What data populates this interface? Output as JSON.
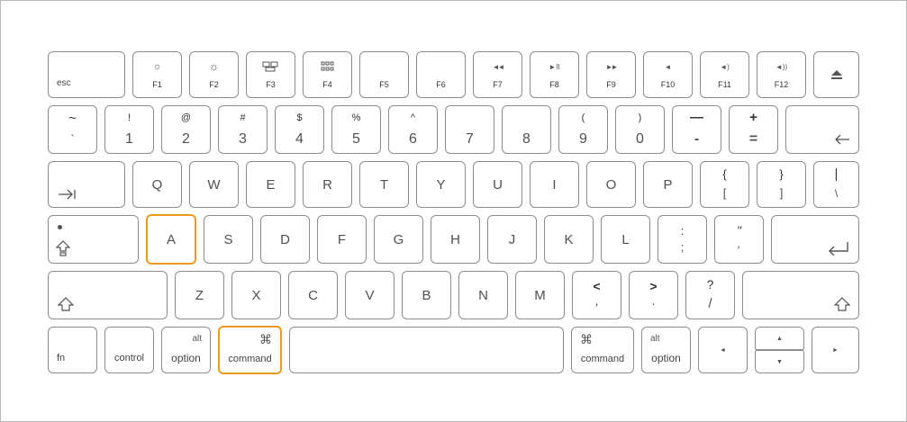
{
  "keyboard": {
    "highlight_color": "#ee9a1c",
    "frow": {
      "esc": "esc",
      "f1": {
        "label": "F1",
        "icon": "brightness-down-icon"
      },
      "f2": {
        "label": "F2",
        "icon": "brightness-up-icon"
      },
      "f3": {
        "label": "F3",
        "icon": "mission-control-icon"
      },
      "f4": {
        "label": "F4",
        "icon": "launchpad-icon"
      },
      "f5": {
        "label": "F5"
      },
      "f6": {
        "label": "F6"
      },
      "f7": {
        "label": "F7",
        "icon": "rewind-icon"
      },
      "f8": {
        "label": "F8",
        "icon": "play-pause-icon"
      },
      "f9": {
        "label": "F9",
        "icon": "fast-forward-icon"
      },
      "f10": {
        "label": "F10",
        "icon": "mute-icon"
      },
      "f11": {
        "label": "F11",
        "icon": "volume-down-icon"
      },
      "f12": {
        "label": "F12",
        "icon": "volume-up-icon"
      },
      "eject_icon": "eject-icon"
    },
    "nrow": {
      "tilde": {
        "top": "~",
        "bottom": "`"
      },
      "k1": {
        "top": "!",
        "bottom": "1"
      },
      "k2": {
        "top": "@",
        "bottom": "2"
      },
      "k3": {
        "top": "#",
        "bottom": "3"
      },
      "k4": {
        "top": "$",
        "bottom": "4"
      },
      "k5": {
        "top": "%",
        "bottom": "5"
      },
      "k6": {
        "top": "^",
        "bottom": "6"
      },
      "k7": {
        "top": "",
        "bottom": "7"
      },
      "k8": {
        "top": "",
        "bottom": "8"
      },
      "k9": {
        "top": "(",
        "bottom": "9"
      },
      "k0": {
        "top": ")",
        "bottom": "0"
      },
      "minus": {
        "top": "—",
        "bottom": "-"
      },
      "equals": {
        "top": "+",
        "bottom": "="
      },
      "delete_icon": "delete-arrow-icon"
    },
    "qrow": {
      "tab_icon": "tab-arrow-icon",
      "q": "Q",
      "w": "W",
      "e": "E",
      "r": "R",
      "t": "T",
      "y": "Y",
      "u": "U",
      "i": "I",
      "o": "O",
      "p": "P",
      "lbracket": {
        "top": "{",
        "bottom": "["
      },
      "rbracket": {
        "top": "}",
        "bottom": "]"
      },
      "backslash": {
        "top": "|",
        "bottom": "\\"
      }
    },
    "arow": {
      "caps_icon": "caps-lock-icon",
      "a": "A",
      "s": "S",
      "d": "D",
      "f": "F",
      "g": "G",
      "h": "H",
      "j": "J",
      "k": "K",
      "l": "L",
      "semicolon": {
        "top": ":",
        "bottom": ";"
      },
      "quote": {
        "top": "\"",
        "bottom": ","
      },
      "return_icon": "return-arrow-icon"
    },
    "zrow": {
      "lshift_icon": "shift-icon",
      "z": "Z",
      "x": "X",
      "c": "C",
      "v": "V",
      "b": "B",
      "n": "N",
      "m": "M",
      "comma": {
        "top": "<",
        "bottom": ","
      },
      "period": {
        "top": ">",
        "bottom": "."
      },
      "slash": {
        "top": "?",
        "bottom": "/"
      },
      "rshift_icon": "shift-icon"
    },
    "brow": {
      "fn": "fn",
      "control": "control",
      "lalt": {
        "top": "alt",
        "bottom": "option"
      },
      "lcmd": {
        "symbol": "⌘",
        "label": "command"
      },
      "rcmd": {
        "symbol": "⌘",
        "label": "command"
      },
      "ralt": {
        "top": "alt",
        "bottom": "option"
      },
      "left": "◄",
      "up": "▲",
      "down": "▼",
      "right": "►"
    }
  }
}
